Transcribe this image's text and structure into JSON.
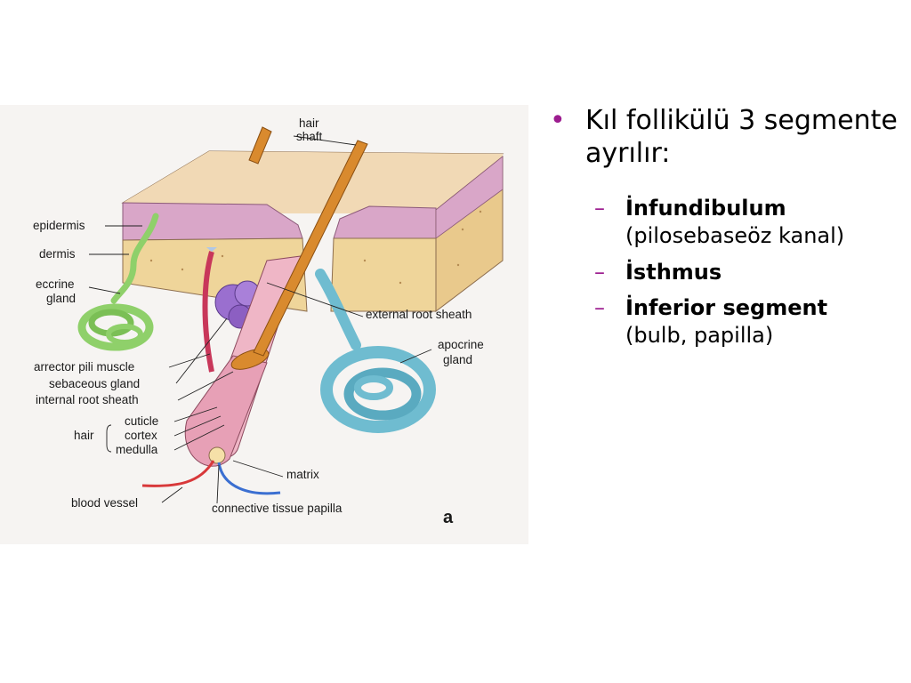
{
  "figure": {
    "labels": {
      "hair_shaft_1": "hair",
      "hair_shaft_2": "shaft",
      "epidermis": "epidermis",
      "dermis": "dermis",
      "eccrine_1": "eccrine",
      "eccrine_2": "gland",
      "external_root_sheath": "external root sheath",
      "apocrine_1": "apocrine",
      "apocrine_2": "gland",
      "arrector_pili": "arrector pili muscle",
      "sebaceous": "sebaceous gland",
      "internal_root_sheath": "internal root sheath",
      "cuticle": "cuticle",
      "hair": "hair",
      "cortex": "cortex",
      "medulla": "medulla",
      "matrix": "matrix",
      "blood_vessel": "blood vessel",
      "papilla": "connective tissue papilla",
      "panel_letter": "a"
    },
    "colors": {
      "skin_surface": "#f1d9b5",
      "epidermis": "#d9a6c8",
      "dermis": "#efd59a",
      "hair_shaft": "#d98a2e",
      "eccrine_gland": "#8fd06a",
      "apocrine_gland": "#6fbcd0",
      "sebaceous_gland": "#9a6fcf",
      "follicle": "#efb6c6",
      "blood_vessel_red": "#d8383a",
      "blood_vessel_blue": "#3b6fd1"
    }
  },
  "bullets": {
    "main_text": "Kıl follikülü 3 segmente ayrılır:",
    "items": [
      {
        "term": "İnfundibulum",
        "note": "(pilosebaseöz kanal)"
      },
      {
        "term": "İsthmus",
        "note": ""
      },
      {
        "term": "İnferior segment",
        "note": "(bulb, papilla)"
      }
    ],
    "bullet_color": "#9c1c8f"
  }
}
